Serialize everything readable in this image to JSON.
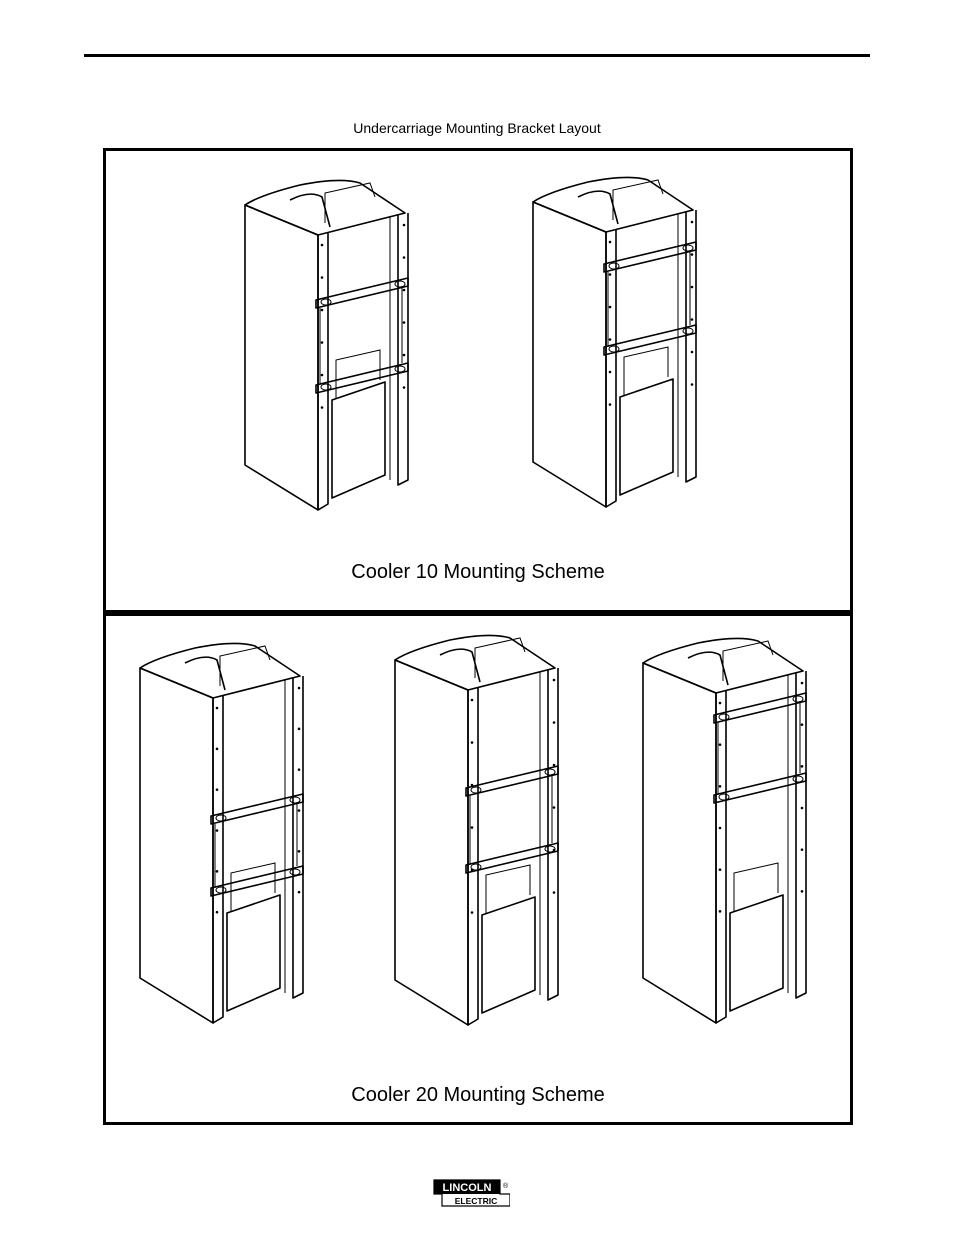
{
  "caption": "Undercarriage Mounting Bracket Layout",
  "schemes": [
    {
      "label": "Cooler 10 Mounting Scheme"
    },
    {
      "label": "Cooler 20 Mounting Scheme"
    }
  ],
  "logo": {
    "line1": "LINCOLN",
    "line2": "ELECTRIC",
    "mark": "®"
  }
}
